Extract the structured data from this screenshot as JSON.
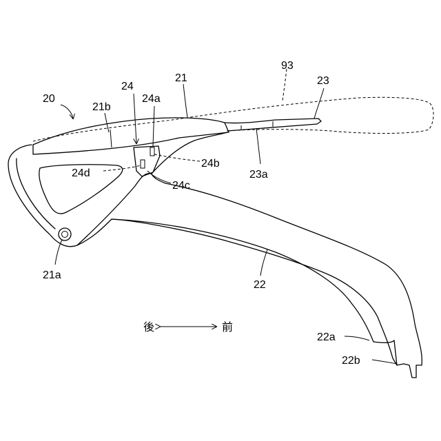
{
  "labels": {
    "l20": "20",
    "l21": "21",
    "l21a": "21a",
    "l21b": "21b",
    "l22": "22",
    "l22a": "22a",
    "l22b": "22b",
    "l23": "23",
    "l23a": "23a",
    "l24": "24",
    "l24a": "24a",
    "l24b": "24b",
    "l24c": "24c",
    "l24d": "24d",
    "l93": "93"
  },
  "direction": {
    "rear": "後",
    "front": "前"
  }
}
